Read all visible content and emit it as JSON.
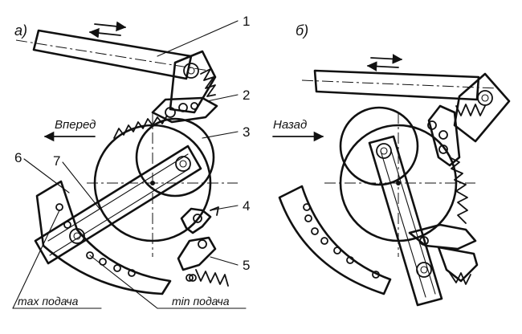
{
  "panel_a": {
    "label": "а)",
    "direction": "Вперед",
    "callouts": [
      "1",
      "2",
      "3",
      "4",
      "5",
      "6",
      "7"
    ],
    "max_feed": "max подача",
    "min_feed": "min подача"
  },
  "panel_b": {
    "label": "б)",
    "direction": "Назад"
  }
}
